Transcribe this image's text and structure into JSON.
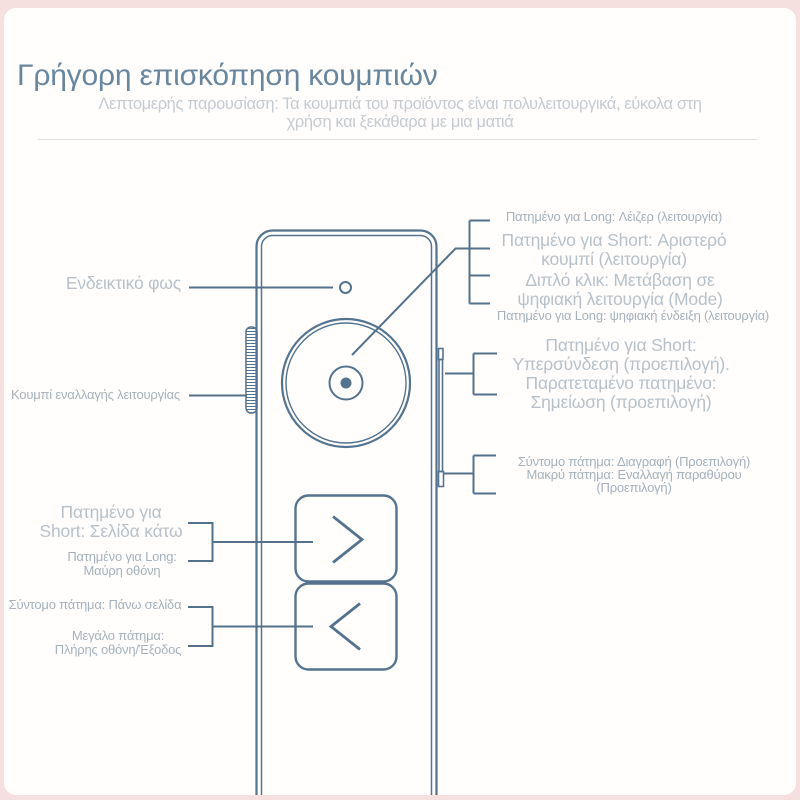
{
  "header": {
    "title": "Γρήγορη επισκόπηση κουμπιών",
    "subtitle": "Λεπτομερής παρουσίαση: Τα κουμπιά του προϊόντος είναι πολυλειτουργικά, εύκολα στη\nχρήση και ξεκάθαρα με μια ματιά"
  },
  "colors": {
    "frame_pink": "#f5dfdf",
    "card_background": "#fffefd",
    "diagram_line": "#54738f",
    "title_text": "#68869e",
    "subtitle_text": "#c5cbd1",
    "label_large_text": "#b8c1c9",
    "label_small_text": "#a6b1bc"
  },
  "icons": {
    "page_down_button": "chevron-right-icon",
    "page_up_button": "chevron-left-icon"
  },
  "callouts": {
    "left": [
      {
        "name": "indicator-light",
        "text": "Ενδεικτικό φως"
      },
      {
        "name": "mode-switch-button",
        "text": "Κουμπί εναλλαγής λειτουργίας"
      },
      {
        "name": "page-down-short-press",
        "text": "Πατημένο για\nShort: Σελίδα κάτω"
      },
      {
        "name": "page-down-long-press",
        "text": "Πατημένο για Long:\nΜαύρη οθόνη"
      },
      {
        "name": "page-up-short-press",
        "text": "Σύντομο πάτημα: Πάνω σελίδα"
      },
      {
        "name": "page-up-long-press",
        "text": "Μεγάλο πάτημα:\nΠλήρης οθόνη/Έξοδος"
      }
    ],
    "right": [
      {
        "name": "laser-long-press",
        "text": "Πατημένο για Long: Λέιζερ (λειτουργία)"
      },
      {
        "name": "left-click-short-press",
        "text": "Πατημένο για Short: Αριστερό\nκουμπί (λειτουργία)"
      },
      {
        "name": "mode-double-click",
        "text": "Διπλό κλικ: Μετάβαση σε\nψηφιακή λειτουργία (Mode)"
      },
      {
        "name": "digital-long-press",
        "text": "Πατημένο για Long: ψηφιακή ένδειξη (λειτουργία)"
      },
      {
        "name": "hyperlink-side-button",
        "text": "Πατημένο για Short:\nΥπερσύνδεση (προεπιλογή).\nΠαρατεταμένο πατημένο:\nΣημείωση (προεπιλογή)"
      },
      {
        "name": "erase-side-button",
        "text": "Σύντομο πάτημα: Διαγραφή (Προεπιλογή)\nΜακρύ πάτημα: Εναλλαγή παραθύρου\n(Προεπιλογή)"
      }
    ]
  }
}
